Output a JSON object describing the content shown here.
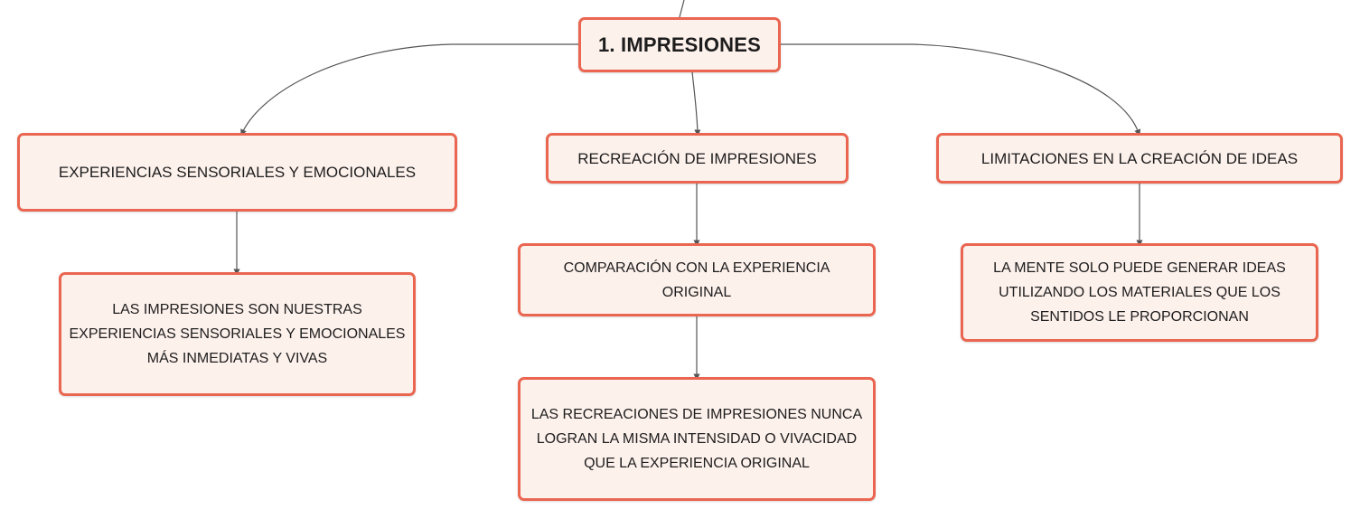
{
  "diagram": {
    "root": {
      "label": "1. IMPRESIONES"
    },
    "branches": [
      {
        "label": "EXPERIENCIAS SENSORIALES Y EMOCIONALES",
        "children": [
          {
            "label": "LAS IMPRESIONES SON NUESTRAS EXPERIENCIAS SENSORIALES Y EMOCIONALES MÁS INMEDIATAS Y VIVAS"
          }
        ]
      },
      {
        "label": "RECREACIÓN DE IMPRESIONES",
        "children": [
          {
            "label": "COMPARACIÓN CON LA EXPERIENCIA ORIGINAL"
          },
          {
            "label": "LAS RECREACIONES DE IMPRESIONES NUNCA LOGRAN LA MISMA INTENSIDAD O VIVACIDAD QUE LA EXPERIENCIA ORIGINAL"
          }
        ]
      },
      {
        "label": "LIMITACIONES EN LA CREACIÓN DE IDEAS",
        "children": [
          {
            "label": "LA MENTE SOLO PUEDE GENERAR IDEAS UTILIZANDO LOS MATERIALES QUE LOS SENTIDOS LE PROPORCIONAN"
          }
        ]
      }
    ]
  },
  "colors": {
    "node_border": "#ea6651",
    "node_fill": "#fdf1ec",
    "connector": "#555555"
  }
}
